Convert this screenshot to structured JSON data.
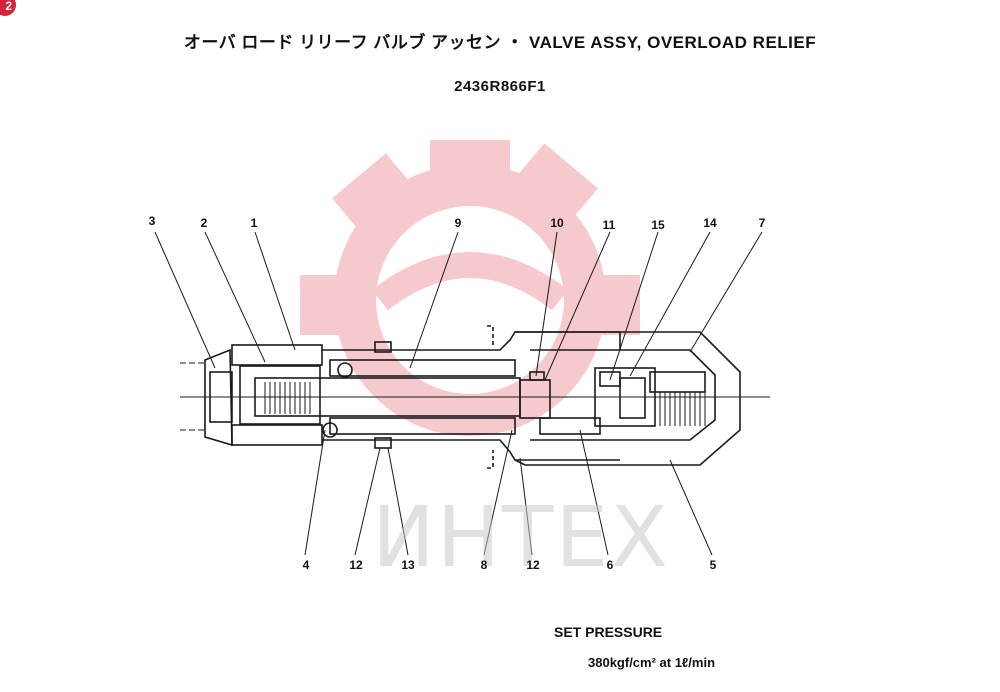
{
  "badge": "2",
  "title": "オーバ ロード リリーフ バルブ アッセン ・ VALVE ASSY, OVERLOAD RELIEF",
  "part_number": "2436R866F1",
  "watermark": "ИНТЕХ",
  "callouts_top": [
    "3",
    "2",
    "1",
    "9",
    "10",
    "11",
    "15",
    "14",
    "7"
  ],
  "callouts_bottom": [
    "4",
    "12",
    "13",
    "8",
    "12",
    "6",
    "5"
  ],
  "set_pressure": {
    "label": "SET PRESSURE",
    "value": "380kgf/cm² at 1ℓ/min"
  },
  "colors": {
    "line": "#1a1a1a",
    "watermark_gear": "#f3b7bb"
  }
}
